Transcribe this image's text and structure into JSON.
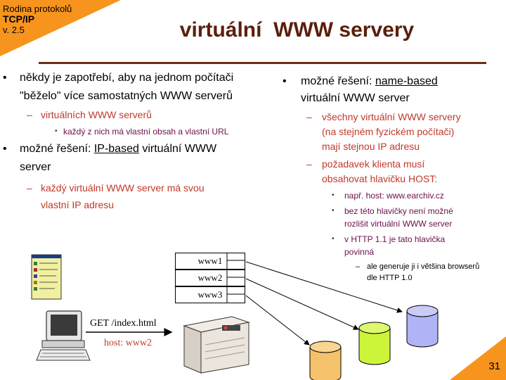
{
  "header": {
    "series_line1": "Rodina protokolů",
    "series_line2": "TCP/IP",
    "series_line3": "v. 2.5",
    "title": "virtuální  WWW servery"
  },
  "left": {
    "b1_line1": "někdy je zapotřebí, aby na jednom počítači",
    "b1_line2": "\"běželo\" více samostatných WWW serverů",
    "b1_sub1": "virtuálních WWW serverů",
    "b1_sub1_sub1": "každý z nich má vlastní obsah a vlastní URL",
    "b2_prefix": "možné řešení: ",
    "b2_underlined": "IP-based",
    "b2_suffix": " virtuální WWW",
    "b2_line2": "server",
    "b2_sub1_line1": "každý virtuální WWW server má svou",
    "b2_sub1_line2": "vlastní IP adresu"
  },
  "right": {
    "b1_prefix": "možné řešení: ",
    "b1_underlined": "name-based",
    "b1_line2": "virtuální WWW server",
    "sub1_line1": "všechny virtuální WWW servery",
    "sub1_line2": "(na stejném fyzickém počítači)",
    "sub1_line3": "mají stejnou IP adresu",
    "sub2_line1": "požadavek klienta musí",
    "sub2_line2": "obsahovat hlavičku HOST:",
    "sub2_item1": "např. host: www.earchiv.cz",
    "sub2_item2_line1": "bez této hlavičky není možné",
    "sub2_item2_line2": "rozlišit virtuální WWW server",
    "sub2_item3_line1": "v HTTP 1.1 je tato hlavička",
    "sub2_item3_line2": "povinná",
    "sub2_item3_sub1_line1": "ale generuje ji i většina browserů",
    "sub2_item3_sub1_line2": "dle HTTP 1.0"
  },
  "diagram": {
    "servers": [
      "www1",
      "www2",
      "www3"
    ],
    "request": "GET /index.html",
    "host_header": "host: www2",
    "database_colors": [
      "#f5c26b",
      "#ccf53a",
      "#b0b3f5"
    ]
  },
  "footer": {
    "page_number": "31"
  },
  "colors": {
    "accent_orange": "#f7941d",
    "title_brown": "#5a1f0c",
    "sub_red": "#c0392b"
  }
}
